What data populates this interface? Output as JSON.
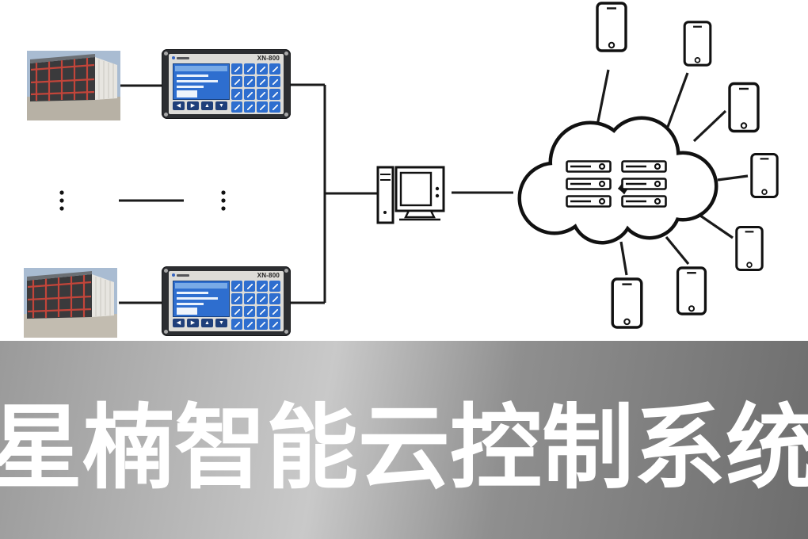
{
  "banner": {
    "title": "星楠智能云控制系统"
  },
  "rows": [
    {
      "site_photo": "drying-room-site-photo",
      "controller": {
        "model": "XN-800"
      }
    },
    {
      "site_photo": "drying-room-site-photo",
      "controller": {
        "model": "XN-800"
      }
    }
  ],
  "controller": {
    "model": "XN-800",
    "nav_buttons": [
      "◀",
      "▶",
      "▲",
      "▼"
    ]
  },
  "diagram": {
    "ellipsis": "⋮",
    "nodes": [
      "site-photo",
      "controller-device",
      "desktop-computer",
      "cloud-with-servers",
      "smartphones"
    ],
    "server_count": 6,
    "phone_count": 7
  },
  "colors": {
    "line": "#1a1a1a",
    "screen_blue": "#2e6ecf",
    "key_blue": "#2e6ecf",
    "scaffold_red": "#c2453a",
    "banner_text": "#ffffff",
    "banner_gradient": [
      "#9a9a9a",
      "#c9c9c9",
      "#6d6d6d"
    ]
  }
}
